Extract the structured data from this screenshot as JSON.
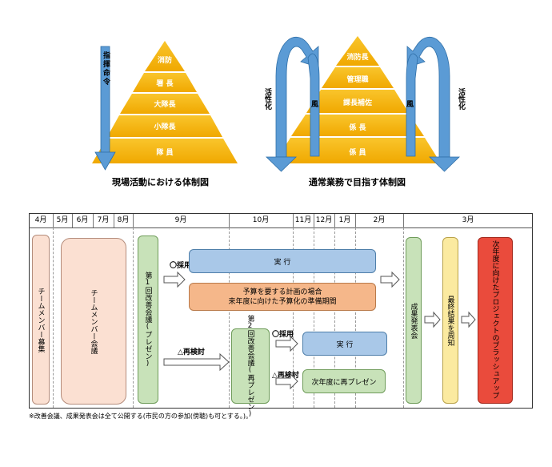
{
  "colors": {
    "pyramid": "#f5b50b",
    "arrow": "#5b9bd5",
    "arrowEdge": "#2f6fa8",
    "timeline_border": "#333"
  },
  "left_pyramid": {
    "levels": [
      "消防",
      "署 長",
      "大隊長",
      "小隊長",
      "隊 員"
    ],
    "arrow_label": "指揮命令",
    "caption": "現場活動における体制図"
  },
  "right_pyramid": {
    "levels": [
      "消防長",
      "管理職",
      "課長補佐",
      "係 長",
      "係 員"
    ],
    "left_label": "活性化",
    "right_label": "活性化",
    "wind_left": "風",
    "wind_right": "風",
    "caption": "通常業務で目指す体制図"
  },
  "timeline": {
    "months": [
      "4月",
      "5月",
      "6月",
      "7月",
      "8月",
      "9月",
      "10月",
      "11月",
      "12月",
      "1月",
      "2月",
      "3月"
    ],
    "boxes": {
      "recruit": "チームメンバー募集",
      "meeting": "チームメンバー会議",
      "first_review": "第1回改善会議(プレゼン)",
      "adopt1_label": "〇採用",
      "execute1": "実 行",
      "budget_line1": "予算を要する計画の場合",
      "budget_line2": "来年度に向けた予算化の準備期間",
      "reconsider1_label": "△再検討",
      "second_review": "第2回改善会議(再プレゼン)",
      "adopt2_label": "〇採用",
      "execute2": "実 行",
      "reconsider2_label": "△再検討",
      "represent": "次年度に再プレゼン",
      "results": "成果発表会",
      "final": "最終結果を周知",
      "brushup": "次年度に向けたプロジェクトのブラッシュアップ"
    },
    "note": "※改善会議、成果発表会は全て公開する(市民の方の参加(傍聴)も可とする。)。"
  }
}
